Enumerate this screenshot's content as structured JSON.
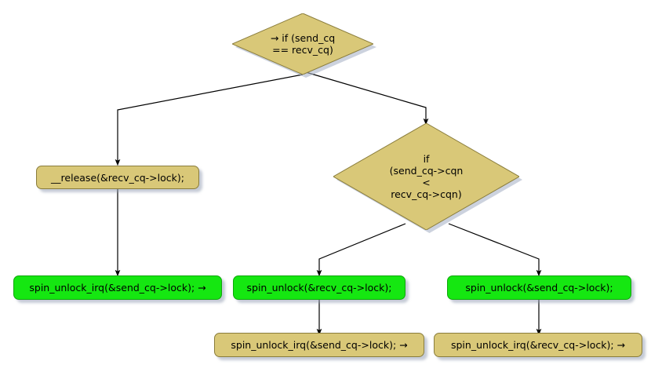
{
  "diagram": {
    "type": "flowchart",
    "title": "",
    "colors": {
      "decision_fill": "#d9c878",
      "decision_stroke": "#8a7d3c",
      "process_tan_fill": "#d9c878",
      "process_green_fill": "#15e711",
      "process_green_stroke": "#0fa70c",
      "edge_stroke": "#000000",
      "shadow": "#aab4c8",
      "background": "#ffffff"
    },
    "nodes": [
      {
        "id": "d1",
        "shape": "diamond",
        "label": "→ if (send_cq\n== recv_cq)"
      },
      {
        "id": "b_release",
        "shape": "rect-tan",
        "label": "__release(&recv_cq->lock);"
      },
      {
        "id": "d2",
        "shape": "diamond",
        "label": "if\n(send_cq->cqn\n<\nrecv_cq->cqn)"
      },
      {
        "id": "g1",
        "shape": "rect-green",
        "label": "spin_unlock_irq(&send_cq->lock); →"
      },
      {
        "id": "g2",
        "shape": "rect-green",
        "label": "spin_unlock(&recv_cq->lock);"
      },
      {
        "id": "g3",
        "shape": "rect-green",
        "label": "spin_unlock(&send_cq->lock);"
      },
      {
        "id": "b_send",
        "shape": "rect-tan",
        "label": "spin_unlock_irq(&send_cq->lock); →"
      },
      {
        "id": "b_recv",
        "shape": "rect-tan",
        "label": "spin_unlock_irq(&recv_cq->lock); →"
      }
    ],
    "edges": [
      {
        "from": "d1",
        "to": "b_release",
        "label": ""
      },
      {
        "from": "d1",
        "to": "d2",
        "label": ""
      },
      {
        "from": "b_release",
        "to": "g1",
        "label": ""
      },
      {
        "from": "d2",
        "to": "g2",
        "label": ""
      },
      {
        "from": "d2",
        "to": "g3",
        "label": ""
      },
      {
        "from": "g2",
        "to": "b_send",
        "label": ""
      },
      {
        "from": "g3",
        "to": "b_recv",
        "label": ""
      }
    ]
  }
}
